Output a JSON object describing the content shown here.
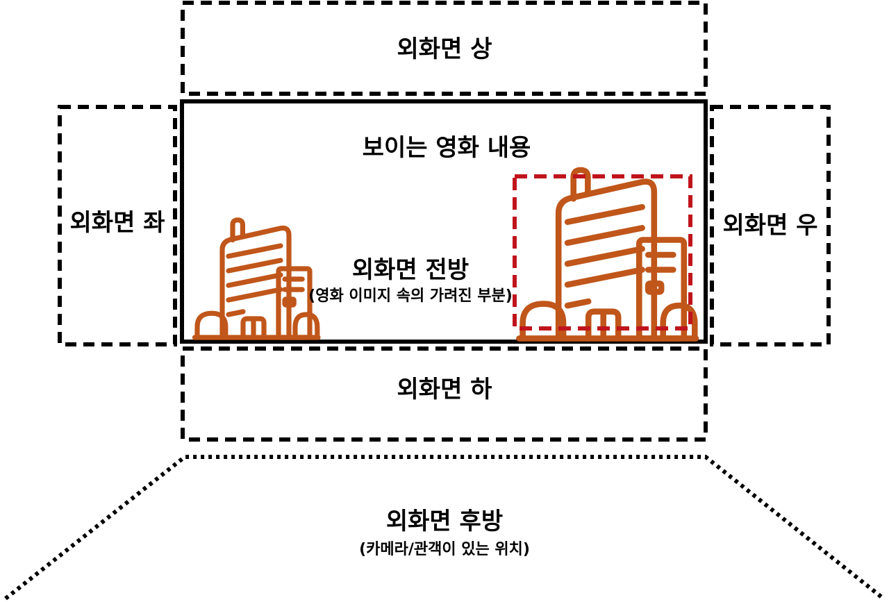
{
  "labels": {
    "top": "외화면 상",
    "left": "외화면 좌",
    "right": "외화면 우",
    "bottom": "외화면 하",
    "visible": "보이는 영화 내용",
    "front_title": "외화면 전방",
    "front_sub": "(영화 이미지 속의 가려진 부분)",
    "back_title": "외화면 후방",
    "back_sub": "(카메라/관객이 있는 위치)"
  },
  "colors": {
    "outline": "#000000",
    "building": "#c0561a",
    "highlight": "#c0141c"
  },
  "icons": {
    "left_building": "building-icon",
    "right_building": "building-icon"
  }
}
